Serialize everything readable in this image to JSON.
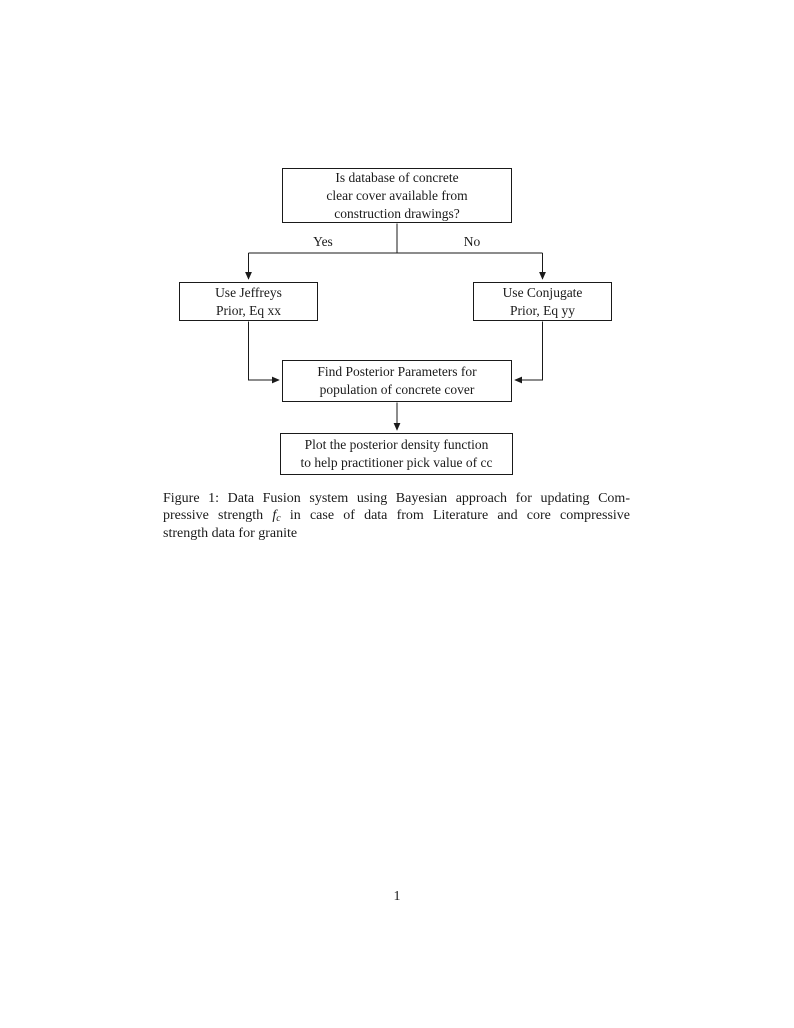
{
  "page": {
    "number": "1"
  },
  "flowchart": {
    "top_box": {
      "lines": [
        "Is database of concrete",
        "clear cover available from",
        "construction drawings?"
      ]
    },
    "yes_label": "Yes",
    "no_label": "No",
    "left_box": {
      "lines": [
        "Use Jeffreys",
        "Prior, Eq xx"
      ]
    },
    "right_box": {
      "lines": [
        "Use Conjugate",
        "Prior, Eq yy"
      ]
    },
    "middle_box": {
      "lines": [
        "Find Posterior Parameters for",
        "population of concrete cover"
      ]
    },
    "bottom_box": {
      "lines": [
        "Plot the posterior density function",
        "to help practitioner pick value of cc"
      ]
    }
  },
  "caption": {
    "line1": "Figure 1: Data Fusion system using Bayesian approach for updating Com-",
    "line2_pre": "pressive strength",
    "math_symbol": "f",
    "math_subscript": "c",
    "line2_post": "in case of data from Literature and core compressive",
    "line3": "strength data for granite"
  },
  "colors": {
    "ink": "#1a1a1a",
    "background": "#ffffff"
  }
}
